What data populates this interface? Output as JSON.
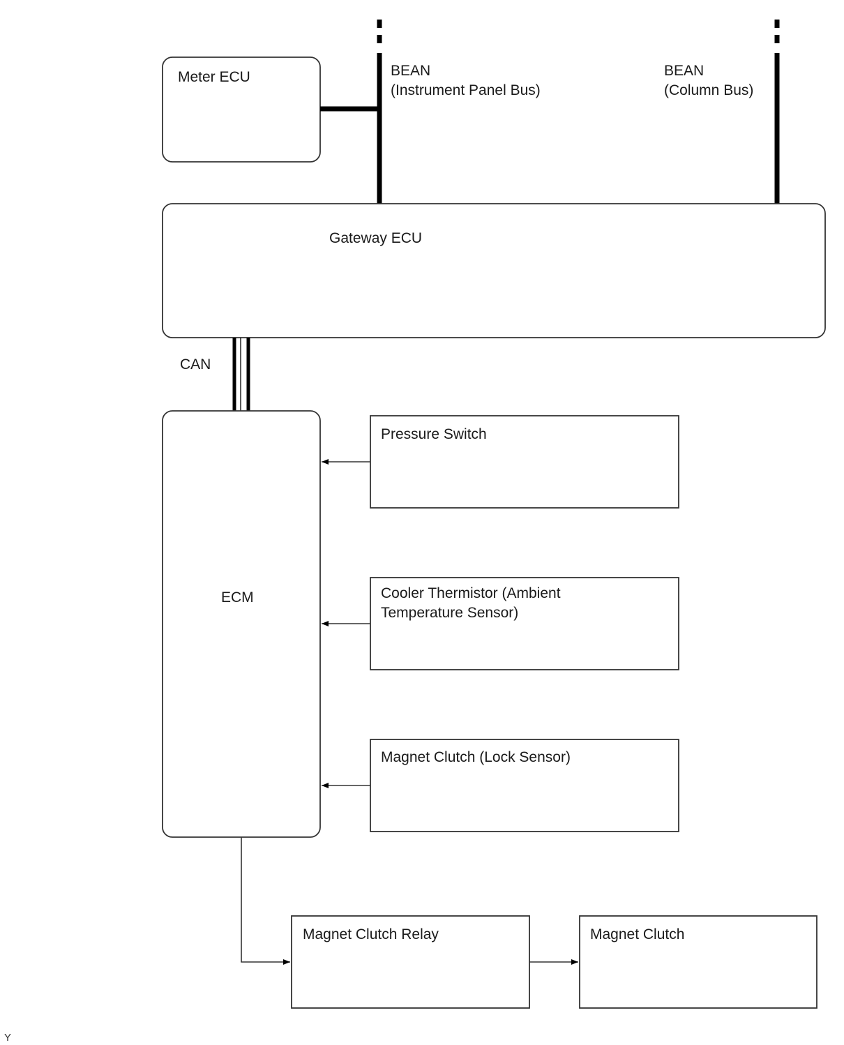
{
  "nodes": {
    "meter_ecu": "Meter ECU",
    "gateway_ecu": "Gateway ECU",
    "ecm": "ECM",
    "pressure_switch": "Pressure Switch",
    "cooler_thermistor": [
      "Cooler Thermistor (Ambient",
      "Temperature Sensor)"
    ],
    "magnet_clutch_lock_sensor": "Magnet Clutch (Lock Sensor)",
    "magnet_clutch_relay": "Magnet Clutch Relay",
    "magnet_clutch": "Magnet Clutch"
  },
  "buses": {
    "bean_ip": [
      "BEAN",
      "(Instrument Panel Bus)"
    ],
    "bean_column": [
      "BEAN",
      "(Column Bus)"
    ],
    "can": "CAN"
  },
  "footer_code": "Y"
}
